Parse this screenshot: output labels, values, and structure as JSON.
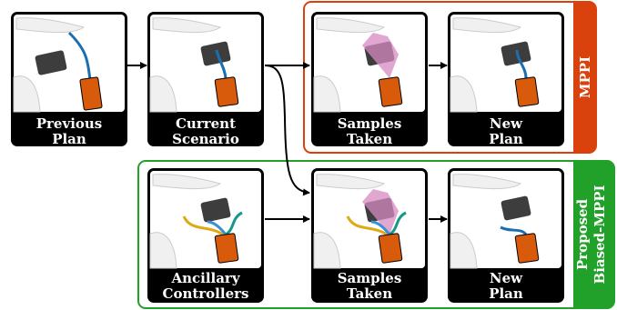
{
  "groups": {
    "mppi": {
      "label": "MPPI",
      "color": "#d9420c"
    },
    "biased": {
      "label_line1": "Proposed",
      "label_line2": "Biased-MPPI",
      "color": "#21a12a"
    }
  },
  "panels": {
    "previous_plan": {
      "line1": "Previous",
      "line2": "Plan"
    },
    "current_scenario": {
      "line1": "Current",
      "line2": "Scenario"
    },
    "mppi_samples": {
      "line1": "Samples",
      "line2": "Taken"
    },
    "mppi_new_plan": {
      "line1": "New",
      "line2": "Plan"
    },
    "ancillary": {
      "line1": "Ancillary",
      "line2": "Controllers"
    },
    "biased_samples": {
      "line1": "Samples",
      "line2": "Taken"
    },
    "biased_new_plan": {
      "line1": "New",
      "line2": "Plan"
    }
  },
  "colors": {
    "obstacle": "#3d3d3d",
    "robot": "#d85a0b",
    "plan": "#1b6fb0",
    "controller_teal": "#14988a",
    "controller_yellow": "#e0a813",
    "controller_blue": "#3a8fd6",
    "sample_cone": "#d68ac0"
  }
}
